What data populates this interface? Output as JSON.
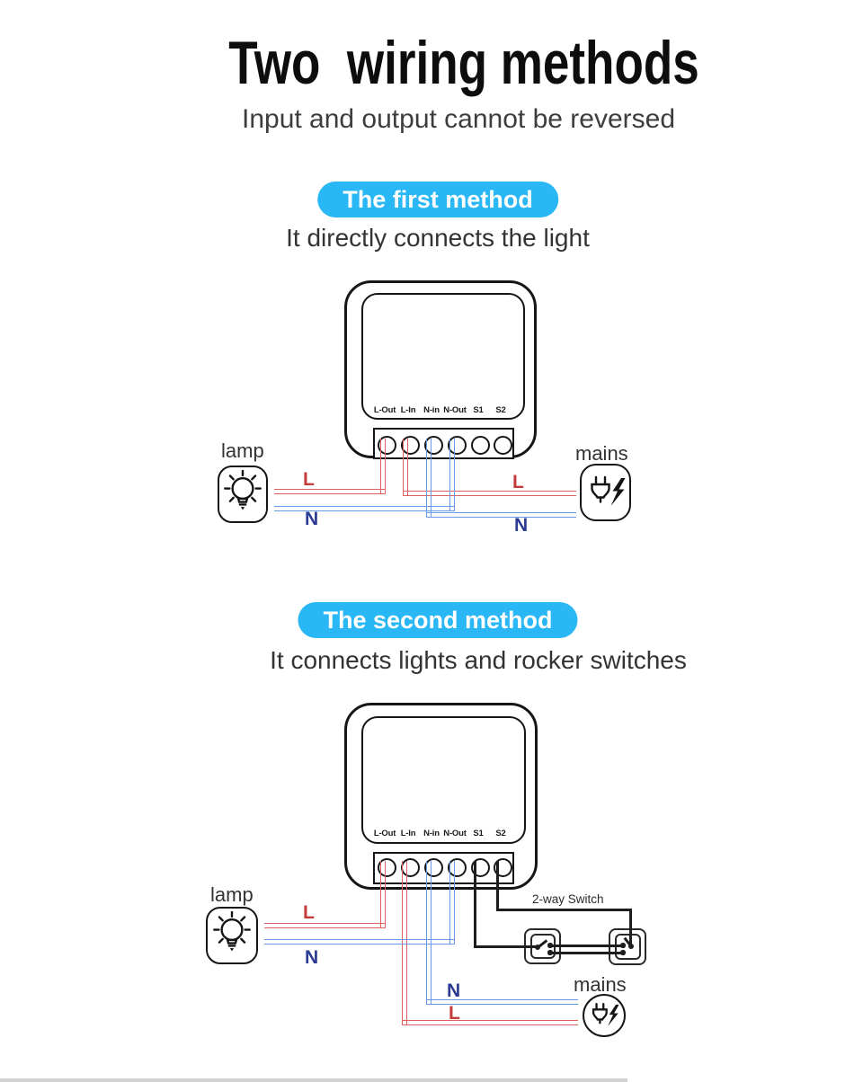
{
  "page": {
    "title": "Two  wiring methods",
    "subtitle": "Input and output cannot be reversed"
  },
  "colors": {
    "accent_blue": "#29b7f5",
    "wire_red": "#e05f5f",
    "wire_blue": "#679ae6",
    "wire_black": "#1e1e1e",
    "label_red": "#c43c3c",
    "label_blue": "#2b3a94"
  },
  "terminals": [
    "L-Out",
    "L-In",
    "N-in",
    "N-Out",
    "S1",
    "S2"
  ],
  "method1": {
    "badge": "The first method",
    "caption": "It directly connects the light",
    "lamp_label": "lamp",
    "mains_label": "mains",
    "labels": {
      "l_lamp": "L",
      "n_lamp": "N",
      "l_mains": "L",
      "n_mains": "N"
    }
  },
  "method2": {
    "badge": "The second method",
    "caption": "It connects lights and rocker switches",
    "lamp_label": "lamp",
    "mains_label": "mains",
    "switch_label": "2-way Switch",
    "labels": {
      "l_lamp": "L",
      "n_lamp": "N",
      "n_mains": "N",
      "l_mains": "L"
    }
  }
}
